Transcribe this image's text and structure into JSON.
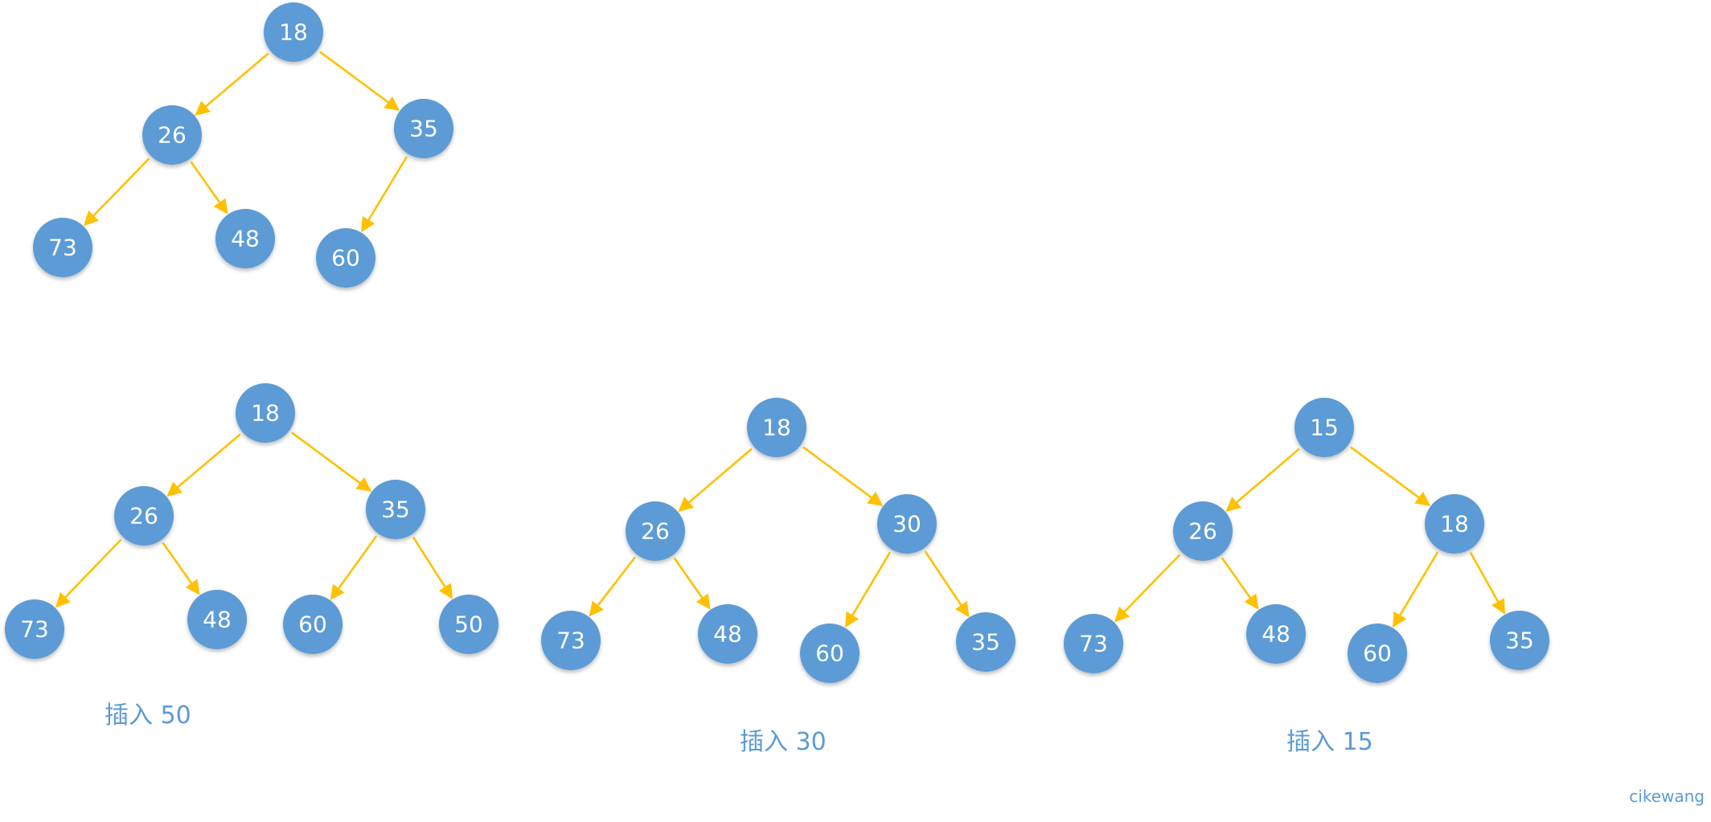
{
  "colors": {
    "node_fill": "#5b9bd5",
    "node_text": "#ffffff",
    "edge": "#ffc000",
    "caption": "#5b9bd5"
  },
  "trees": [
    {
      "id": "initial",
      "caption": "",
      "nodes": [
        {
          "id": "a",
          "label": "18"
        },
        {
          "id": "b",
          "label": "26"
        },
        {
          "id": "c",
          "label": "35"
        },
        {
          "id": "d",
          "label": "73"
        },
        {
          "id": "e",
          "label": "48"
        },
        {
          "id": "f",
          "label": "60"
        }
      ],
      "edges": [
        [
          "a",
          "b"
        ],
        [
          "a",
          "c"
        ],
        [
          "b",
          "d"
        ],
        [
          "b",
          "e"
        ],
        [
          "c",
          "f"
        ]
      ]
    },
    {
      "id": "insert-50",
      "caption": "插入 50",
      "nodes": [
        {
          "id": "a",
          "label": "18"
        },
        {
          "id": "b",
          "label": "26"
        },
        {
          "id": "c",
          "label": "35"
        },
        {
          "id": "d",
          "label": "73"
        },
        {
          "id": "e",
          "label": "48"
        },
        {
          "id": "f",
          "label": "60"
        },
        {
          "id": "g",
          "label": "50"
        }
      ],
      "edges": [
        [
          "a",
          "b"
        ],
        [
          "a",
          "c"
        ],
        [
          "b",
          "d"
        ],
        [
          "b",
          "e"
        ],
        [
          "c",
          "f"
        ],
        [
          "c",
          "g"
        ]
      ]
    },
    {
      "id": "insert-30",
      "caption": "插入 30",
      "nodes": [
        {
          "id": "a",
          "label": "18"
        },
        {
          "id": "b",
          "label": "26"
        },
        {
          "id": "c",
          "label": "30"
        },
        {
          "id": "d",
          "label": "73"
        },
        {
          "id": "e",
          "label": "48"
        },
        {
          "id": "f",
          "label": "60"
        },
        {
          "id": "g",
          "label": "35"
        }
      ],
      "edges": [
        [
          "a",
          "b"
        ],
        [
          "a",
          "c"
        ],
        [
          "b",
          "d"
        ],
        [
          "b",
          "e"
        ],
        [
          "c",
          "f"
        ],
        [
          "c",
          "g"
        ]
      ]
    },
    {
      "id": "insert-15",
      "caption": "插入 15",
      "nodes": [
        {
          "id": "a",
          "label": "15"
        },
        {
          "id": "b",
          "label": "26"
        },
        {
          "id": "c",
          "label": "18"
        },
        {
          "id": "d",
          "label": "73"
        },
        {
          "id": "e",
          "label": "48"
        },
        {
          "id": "f",
          "label": "60"
        },
        {
          "id": "g",
          "label": "35"
        }
      ],
      "edges": [
        [
          "a",
          "b"
        ],
        [
          "a",
          "c"
        ],
        [
          "b",
          "d"
        ],
        [
          "b",
          "e"
        ],
        [
          "c",
          "f"
        ],
        [
          "c",
          "g"
        ]
      ]
    }
  ],
  "watermark": "cikewang"
}
